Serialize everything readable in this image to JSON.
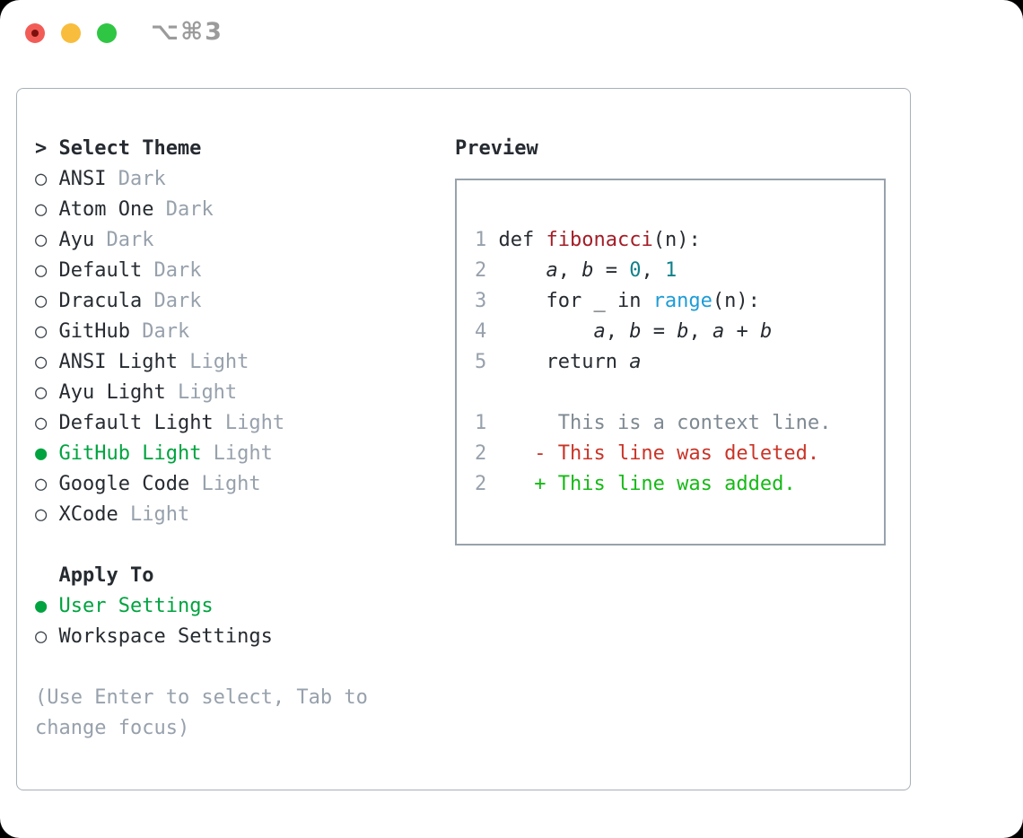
{
  "window": {
    "title": "⌥⌘3"
  },
  "traffic_lights": [
    {
      "name": "close",
      "color": "#f25c57",
      "dot": "#7c100d"
    },
    {
      "name": "minimize",
      "color": "#f8bd3c",
      "dot": ""
    },
    {
      "name": "zoom",
      "color": "#2fc643",
      "dot": ""
    }
  ],
  "theme_selector": {
    "prompt": ">",
    "header": "Select Theme",
    "items": [
      {
        "name": "ANSI",
        "variant": "Dark",
        "selected": false
      },
      {
        "name": "Atom One",
        "variant": "Dark",
        "selected": false
      },
      {
        "name": "Ayu",
        "variant": "Dark",
        "selected": false
      },
      {
        "name": "Default",
        "variant": "Dark",
        "selected": false
      },
      {
        "name": "Dracula",
        "variant": "Dark",
        "selected": false
      },
      {
        "name": "GitHub",
        "variant": "Dark",
        "selected": false
      },
      {
        "name": "ANSI Light",
        "variant": "Light",
        "selected": false
      },
      {
        "name": "Ayu Light",
        "variant": "Light",
        "selected": false
      },
      {
        "name": "Default Light",
        "variant": "Light",
        "selected": false
      },
      {
        "name": "GitHub Light",
        "variant": "Light",
        "selected": true
      },
      {
        "name": "Google Code",
        "variant": "Light",
        "selected": false
      },
      {
        "name": "XCode",
        "variant": "Light",
        "selected": false
      }
    ]
  },
  "apply_to": {
    "header": "Apply To",
    "options": [
      {
        "label": "User Settings",
        "selected": true
      },
      {
        "label": "Workspace Settings",
        "selected": false
      }
    ]
  },
  "hint_lines": [
    "(Use Enter to select, Tab to",
    "change focus)"
  ],
  "preview": {
    "header": "Preview",
    "lines": [
      {
        "num": "1",
        "tokens": [
          [
            " def ",
            "pl"
          ],
          [
            "fibonacci",
            "fnr"
          ],
          [
            "(n):",
            "pl"
          ]
        ]
      },
      {
        "num": "2",
        "tokens": [
          [
            "     ",
            "pl"
          ],
          [
            "a",
            "var"
          ],
          [
            ", ",
            "pl"
          ],
          [
            "b",
            "var"
          ],
          [
            " = ",
            "pl"
          ],
          [
            "0",
            "lit"
          ],
          [
            ", ",
            "pl"
          ],
          [
            "1",
            "lit"
          ]
        ]
      },
      {
        "num": "3",
        "tokens": [
          [
            "     for _ in ",
            "pl"
          ],
          [
            "range",
            "fnb"
          ],
          [
            "(n):",
            "pl"
          ]
        ]
      },
      {
        "num": "4",
        "tokens": [
          [
            "         ",
            "pl"
          ],
          [
            "a",
            "var"
          ],
          [
            ", ",
            "pl"
          ],
          [
            "b",
            "var"
          ],
          [
            " = ",
            "pl"
          ],
          [
            "b",
            "var"
          ],
          [
            ", ",
            "pl"
          ],
          [
            "a",
            "var"
          ],
          [
            " + ",
            "pl"
          ],
          [
            "b",
            "var"
          ]
        ]
      },
      {
        "num": "5",
        "tokens": [
          [
            "     return ",
            "pl"
          ],
          [
            "a",
            "var"
          ]
        ]
      },
      {
        "num": "",
        "tokens": []
      },
      {
        "num": "1",
        "tokens": [
          [
            "      This is a context line.",
            "ctx"
          ]
        ]
      },
      {
        "num": "2",
        "tokens": [
          [
            "    - This line was deleted.",
            "del"
          ]
        ]
      },
      {
        "num": "2",
        "tokens": [
          [
            "    + This line was added.",
            "add"
          ]
        ]
      }
    ]
  },
  "colors": {
    "text": "#262b31",
    "muted": "#97a1ac",
    "ctx": "#7e8992",
    "selected_green": "#00a33f",
    "diff_add": "#16b916",
    "diff_del": "#c93427",
    "fn_red": "#a31d27",
    "fn_blue": "#1e9cd7",
    "literal_teal": "#11808a",
    "panel_border": "#a7b0b9",
    "preview_border": "#98a2ac",
    "title_gray": "#9b9b9b"
  }
}
